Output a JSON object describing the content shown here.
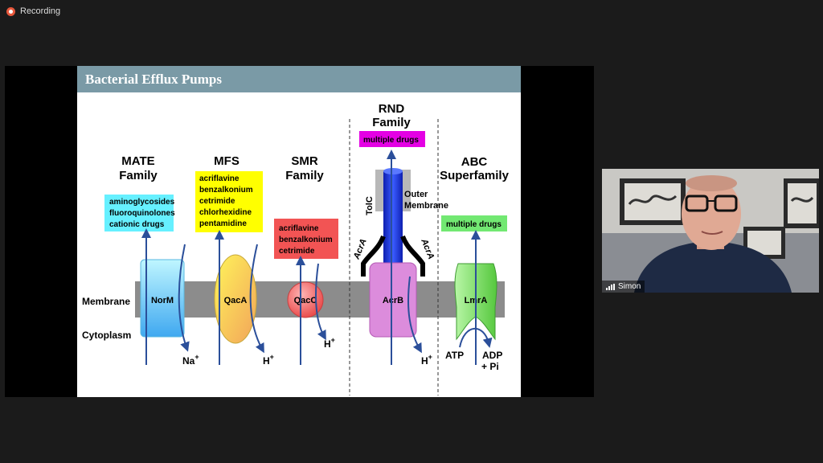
{
  "app": {
    "recording_label": "Recording"
  },
  "slide": {
    "title": "Bacterial Efflux Pumps",
    "side_labels": {
      "membrane": "Membrane",
      "cytoplasm": "Cytoplasm"
    },
    "families": {
      "mate": {
        "line1": "MATE",
        "line2": "Family",
        "drugs": [
          "aminoglycosides",
          "fluoroquinolones",
          "cationic drugs"
        ],
        "protein": "NorM",
        "ion": "Na",
        "ion_sup": "+"
      },
      "mfs": {
        "line1": "MFS",
        "drugs": [
          "acriflavine",
          "benzalkonium",
          "cetrimide",
          "chlorhexidine",
          "pentamidine"
        ],
        "protein": "QacA",
        "ion": "H",
        "ion_sup": "+"
      },
      "smr": {
        "line1": "SMR",
        "line2": "Family",
        "drugs": [
          "acriflavine",
          "benzalkonium",
          "cetrimide"
        ],
        "protein": "QacC",
        "ion": "H",
        "ion_sup": "+"
      },
      "rnd": {
        "line1": "RND",
        "line2": "Family",
        "drugs": [
          "multiple drugs"
        ],
        "tolc": "TolC",
        "outer_membrane": [
          "Outer",
          "Membrane"
        ],
        "acra": "AcrA",
        "protein": "AcrB",
        "ion": "H",
        "ion_sup": "+"
      },
      "abc": {
        "line1": "ABC",
        "line2": "Superfamily",
        "drugs": [
          "multiple drugs"
        ],
        "protein": "LmrA",
        "atp": "ATP",
        "adp": "ADP",
        "pi": "+ Pi"
      }
    },
    "colors": {
      "mate_box": "#66f0ff",
      "mfs_box": "#ffff00",
      "smr_box": "#f25454",
      "rnd_box": "#e400e4",
      "abc_box": "#72e872",
      "arrow": "#2b4f9a",
      "membrane": "#8c8c8c"
    }
  },
  "participant": {
    "name": "Simon"
  }
}
